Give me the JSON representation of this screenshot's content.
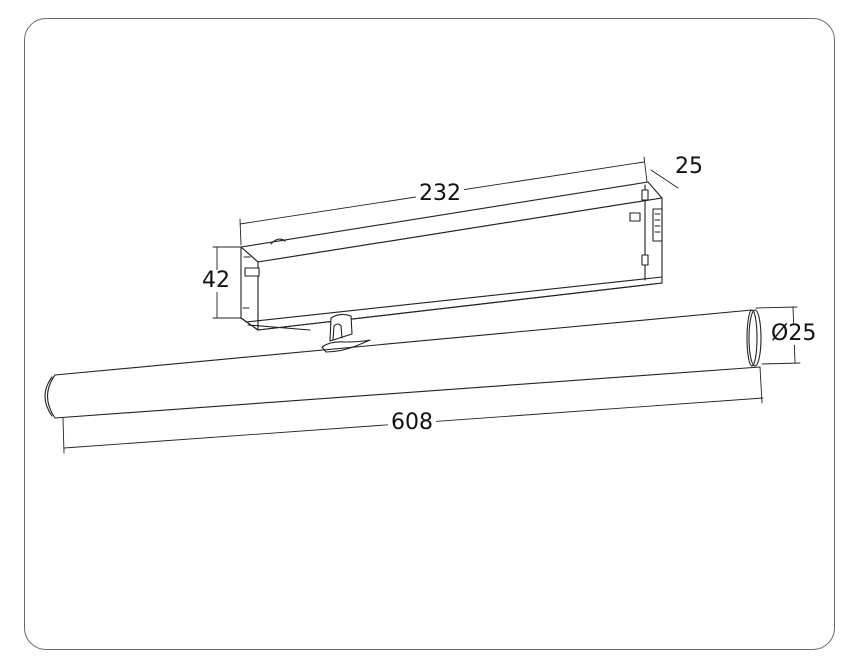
{
  "drawing": {
    "subject": "track light fixture with driver box and cylindrical tube lamp",
    "frame_color": "#6a6a6a",
    "line_color": "#222222"
  },
  "dimensions": {
    "driver_length": "232",
    "driver_depth": "25",
    "driver_height": "42",
    "tube_diameter": "Ø25",
    "tube_length": "608"
  }
}
